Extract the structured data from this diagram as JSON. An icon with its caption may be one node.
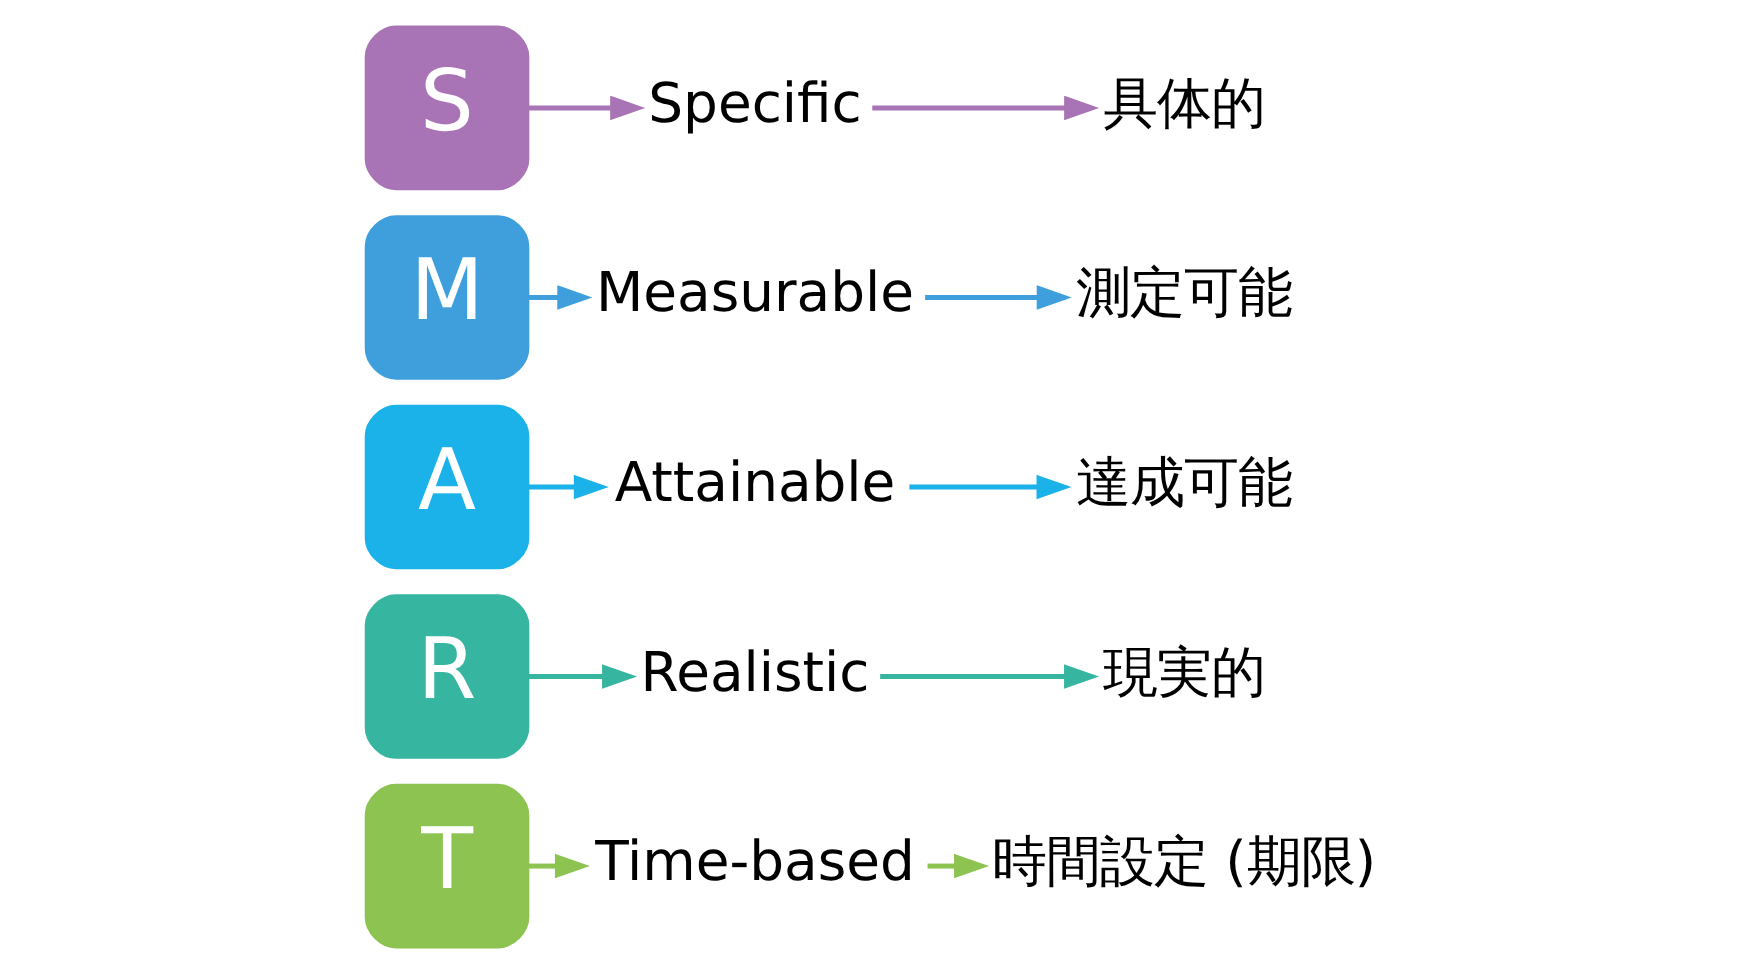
{
  "diagram": {
    "nodes": [
      {
        "text": [
          "S"
        ]
      },
      {
        "text": [
          "Specific"
        ]
      },
      {
        "text": [
          "具体的"
        ]
      },
      {
        "text": [
          "M"
        ]
      },
      {
        "text": [
          "Measurable"
        ]
      },
      {
        "text": [
          "測定可能"
        ]
      },
      {
        "text": [
          "A"
        ]
      },
      {
        "text": [
          "Attainable"
        ]
      },
      {
        "text": [
          "達成可能"
        ]
      },
      {
        "text": [
          "R"
        ]
      },
      {
        "text": [
          "Realistic"
        ]
      },
      {
        "text": [
          "現実的"
        ]
      },
      {
        "text": [
          "T"
        ]
      },
      {
        "text": [
          "Time-based"
        ]
      },
      {
        "text": [
          "時間設定 (期限)"
        ]
      }
    ],
    "edges": [
      {
        "from": 0,
        "to": 1,
        "arrow": "to",
        "color": "#a974b5"
      },
      {
        "from": 1,
        "to": 2,
        "arrow": "to",
        "color": "#a974b5"
      },
      {
        "from": 3,
        "to": 4,
        "arrow": "to",
        "color": "#3f9fdc"
      },
      {
        "from": 4,
        "to": 5,
        "arrow": "to",
        "color": "#3f9fdc"
      },
      {
        "from": 6,
        "to": 7,
        "arrow": "to",
        "color": "#1ab2e8"
      },
      {
        "from": 7,
        "to": 8,
        "arrow": "to",
        "color": "#1ab2e8"
      },
      {
        "from": 9,
        "to": 10,
        "arrow": "to",
        "color": "#36b5a0"
      },
      {
        "from": 10,
        "to": 11,
        "arrow": "to",
        "color": "#36b5a0"
      },
      {
        "from": 12,
        "to": 13,
        "arrow": "to",
        "color": "#8cc351"
      },
      {
        "from": 13,
        "to": 14,
        "arrow": "to",
        "color": "#8cc351"
      }
    ]
  }
}
